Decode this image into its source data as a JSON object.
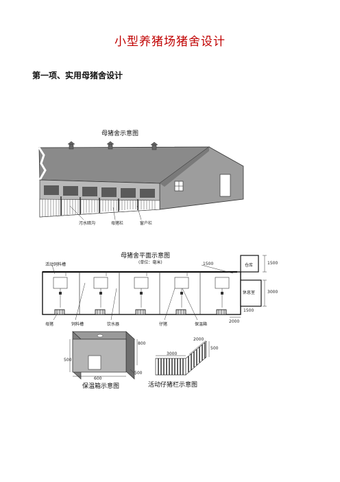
{
  "document": {
    "title": "小型养猪场猪舍设计",
    "section_heading": "第一项、实用母猪舍设计"
  },
  "figure1": {
    "caption": "母猪舍示意图",
    "callouts": [
      "污水暗沟",
      "母猪栏",
      "窗户栏"
    ]
  },
  "figure2": {
    "caption": "母猪舍平面示意图",
    "subcaption": "(单位：毫米)",
    "room_labels": [
      "仓库",
      "休息室"
    ],
    "callouts_top": [
      "活动饲料槽"
    ],
    "callouts_bottom": [
      "母猪",
      "饲料槽",
      "饮水器",
      "仔猪",
      "保温箱"
    ],
    "dimensions": [
      "1500",
      "1500",
      "3000",
      "2000",
      "1500"
    ]
  },
  "figure3": {
    "caption": "保温箱示意图",
    "dimensions": [
      "800",
      "500",
      "600",
      "500"
    ]
  },
  "figure4": {
    "caption": "活动仔猪栏示意图",
    "dimensions": [
      "2000",
      "500",
      "3000"
    ]
  }
}
